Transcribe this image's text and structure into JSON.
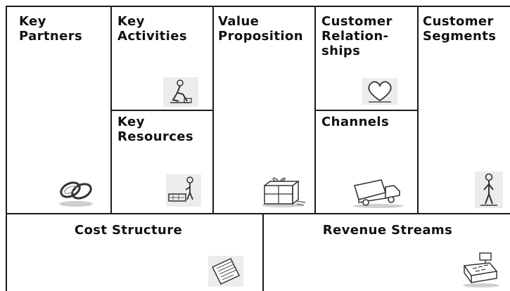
{
  "canvas": {
    "blocks": {
      "key_partners": "Key\nPartners",
      "key_activities": "Key\nActivities",
      "value_proposition": "Value\nProposition",
      "customer_relationships": "Customer\nRelation-\nships",
      "customer_segments": "Customer\nSegments",
      "key_resources": "Key\nResources",
      "channels": "Channels",
      "cost_structure": "Cost Structure",
      "revenue_streams": "Revenue Streams"
    },
    "icons": {
      "key_partners": "linked-rings-icon",
      "key_activities": "worker-icon",
      "value_proposition": "gift-box-icon",
      "customer_relationships": "heart-icon",
      "customer_segments": "person-icon",
      "key_resources": "person-with-resources-icon",
      "channels": "truck-icon",
      "cost_structure": "paper-bill-icon",
      "revenue_streams": "cash-register-icon"
    },
    "colors": {
      "line": "#1a1a1a",
      "text": "#111111",
      "sketch": "#333333"
    }
  }
}
